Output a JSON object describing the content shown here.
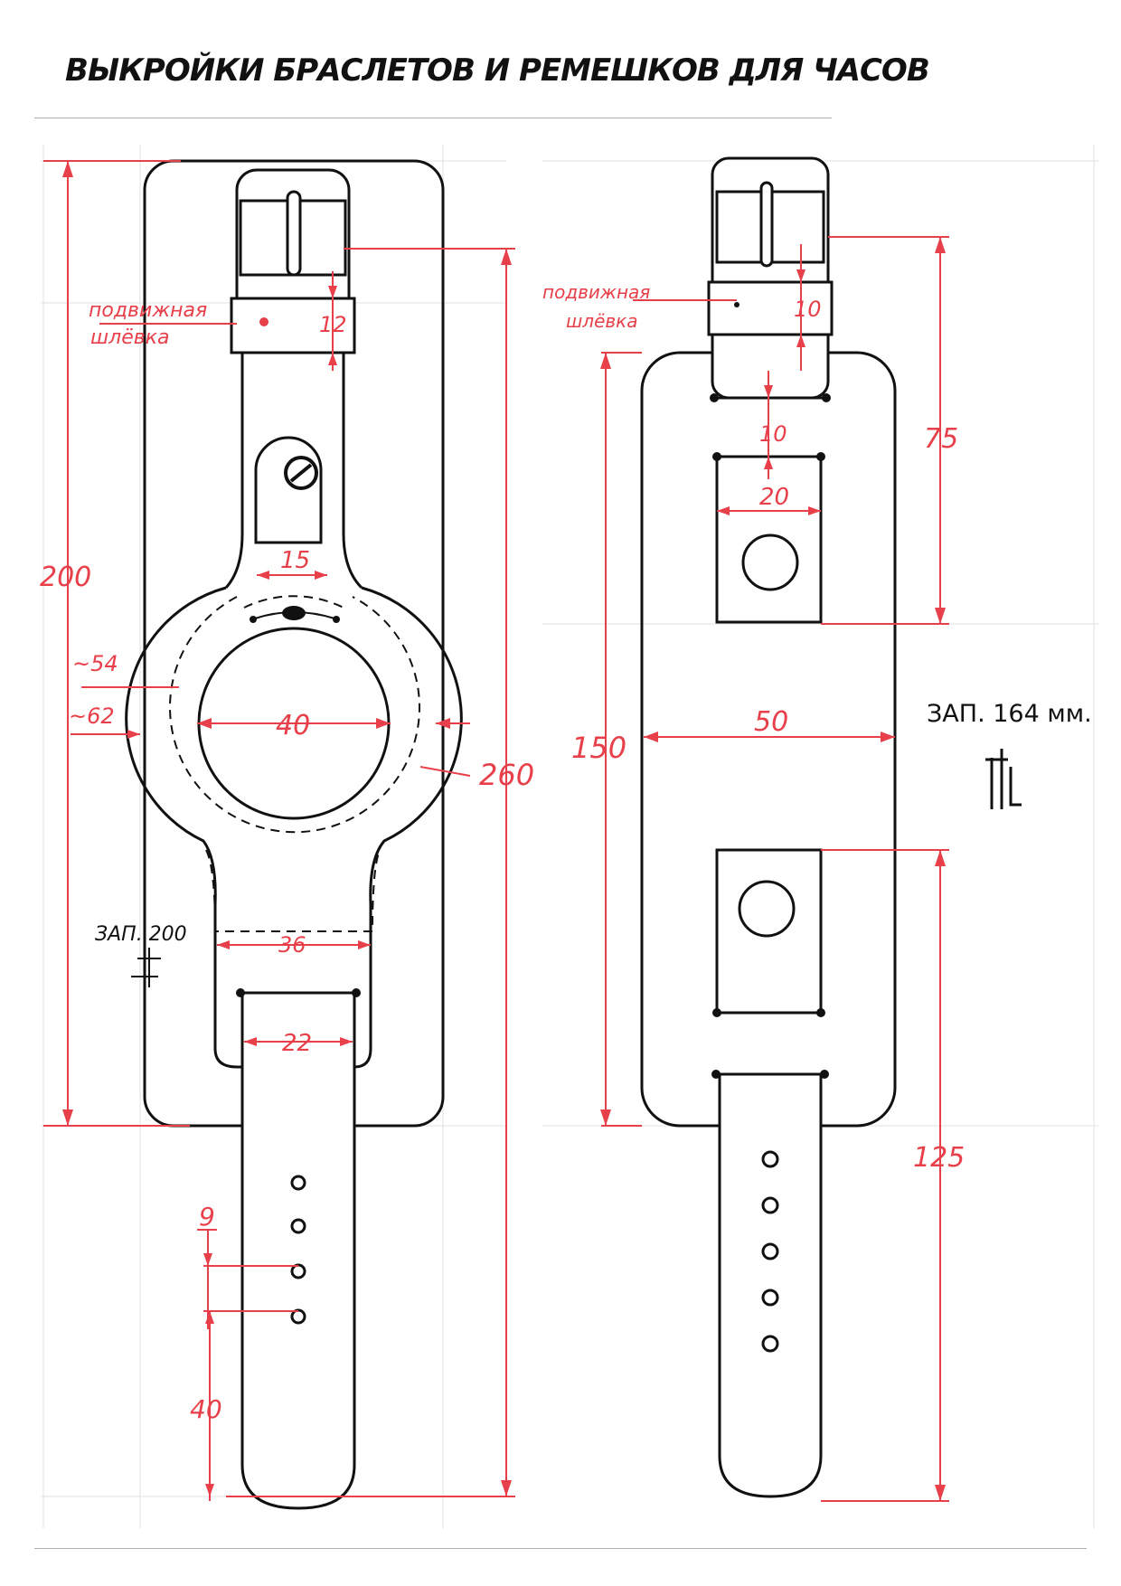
{
  "page": {
    "title": "ВЫКРОЙКИ БРАСЛЕТОВ И РЕМЕШКОВ ДЛЯ ЧАСОВ"
  },
  "colors": {
    "dimension": "#e8404a",
    "outline": "#111111",
    "grid": "#dddddd"
  },
  "left_pattern": {
    "loop_label_line1": "подвижная",
    "loop_label_line2": "шлёвка",
    "dim_loop": "12",
    "dim_tab": "15",
    "dim_total_height": "200",
    "dim_full_length": "260",
    "dim_inner_ring": "~54",
    "dim_outer_ring": "~62",
    "dim_case": "40",
    "dim_lower_width": "36",
    "dim_strap_width": "22",
    "dim_hole_pitch": "9",
    "dim_hole_offset": "40",
    "reserve_note": "ЗАП. 200"
  },
  "right_pattern": {
    "loop_label_line1": "подвижная",
    "loop_label_line2": "шлёвка",
    "dim_loop": "10",
    "dim_gap": "10",
    "dim_window": "20",
    "dim_upper_strap": "75",
    "dim_cuff_height": "150",
    "dim_cuff_width": "50",
    "dim_lower_strap": "125",
    "reserve_note": "ЗАП. 164 мм."
  }
}
